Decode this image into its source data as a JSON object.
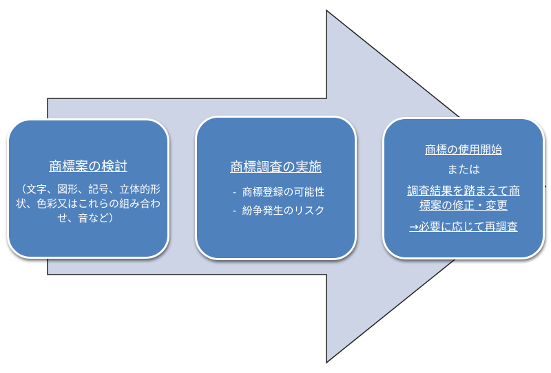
{
  "colors": {
    "arrow_fill": "#ccd4e6",
    "arrow_stroke": "#222222",
    "box_fill": "#4f81bd",
    "box_border": "#ffffff",
    "text": "#ffffff"
  },
  "steps": [
    {
      "title": "商標案の検討",
      "note": "（文字、図形、記号、立体的形状、色彩又はこれらの組み合わせ、音など）"
    },
    {
      "title": "商標調査の実施",
      "bullets": [
        {
          "mark": "-",
          "text": "商標登録の可能性"
        },
        {
          "mark": "-",
          "text": "紛争発生のリスク"
        }
      ]
    },
    {
      "line1": "商標の使用開始",
      "line2": "または",
      "line3": "調査結果を踏まえて商",
      "line4": "標案の修正・変更",
      "line5": "→必要に応じて再調査"
    }
  ]
}
